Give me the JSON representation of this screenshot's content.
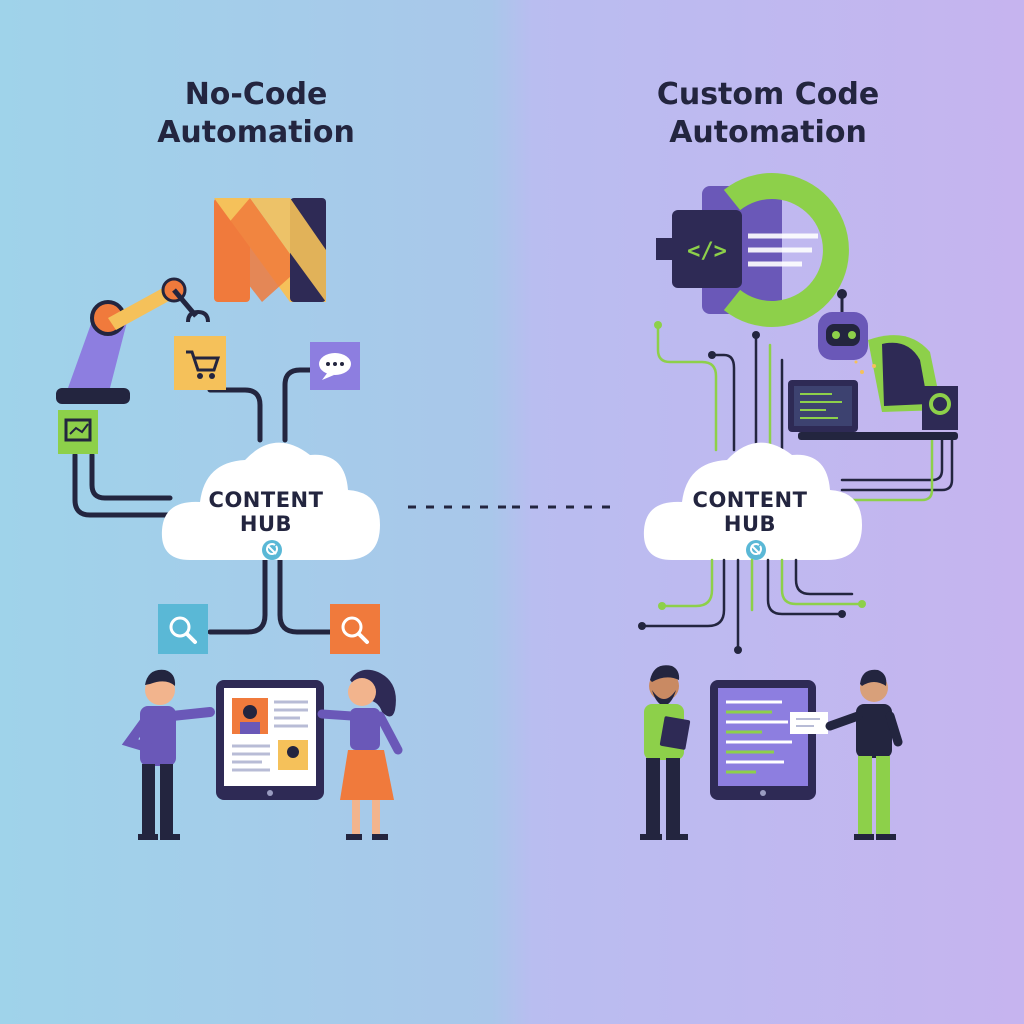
{
  "left": {
    "title_line1": "No-Code",
    "title_line2": "Automation",
    "hub_line1": "CONTENT",
    "hub_line2": "HUB"
  },
  "right": {
    "title_line1": "Custom Code",
    "title_line2": "Automation",
    "hub_line1": "CONTENT",
    "hub_line2": "HUB"
  },
  "colors": {
    "dark": "#23253f",
    "purple": "#6a58b8",
    "orange": "#f07a3c",
    "yellow": "#f5c15a",
    "green": "#8dd04a",
    "teal": "#5ab8d6"
  }
}
